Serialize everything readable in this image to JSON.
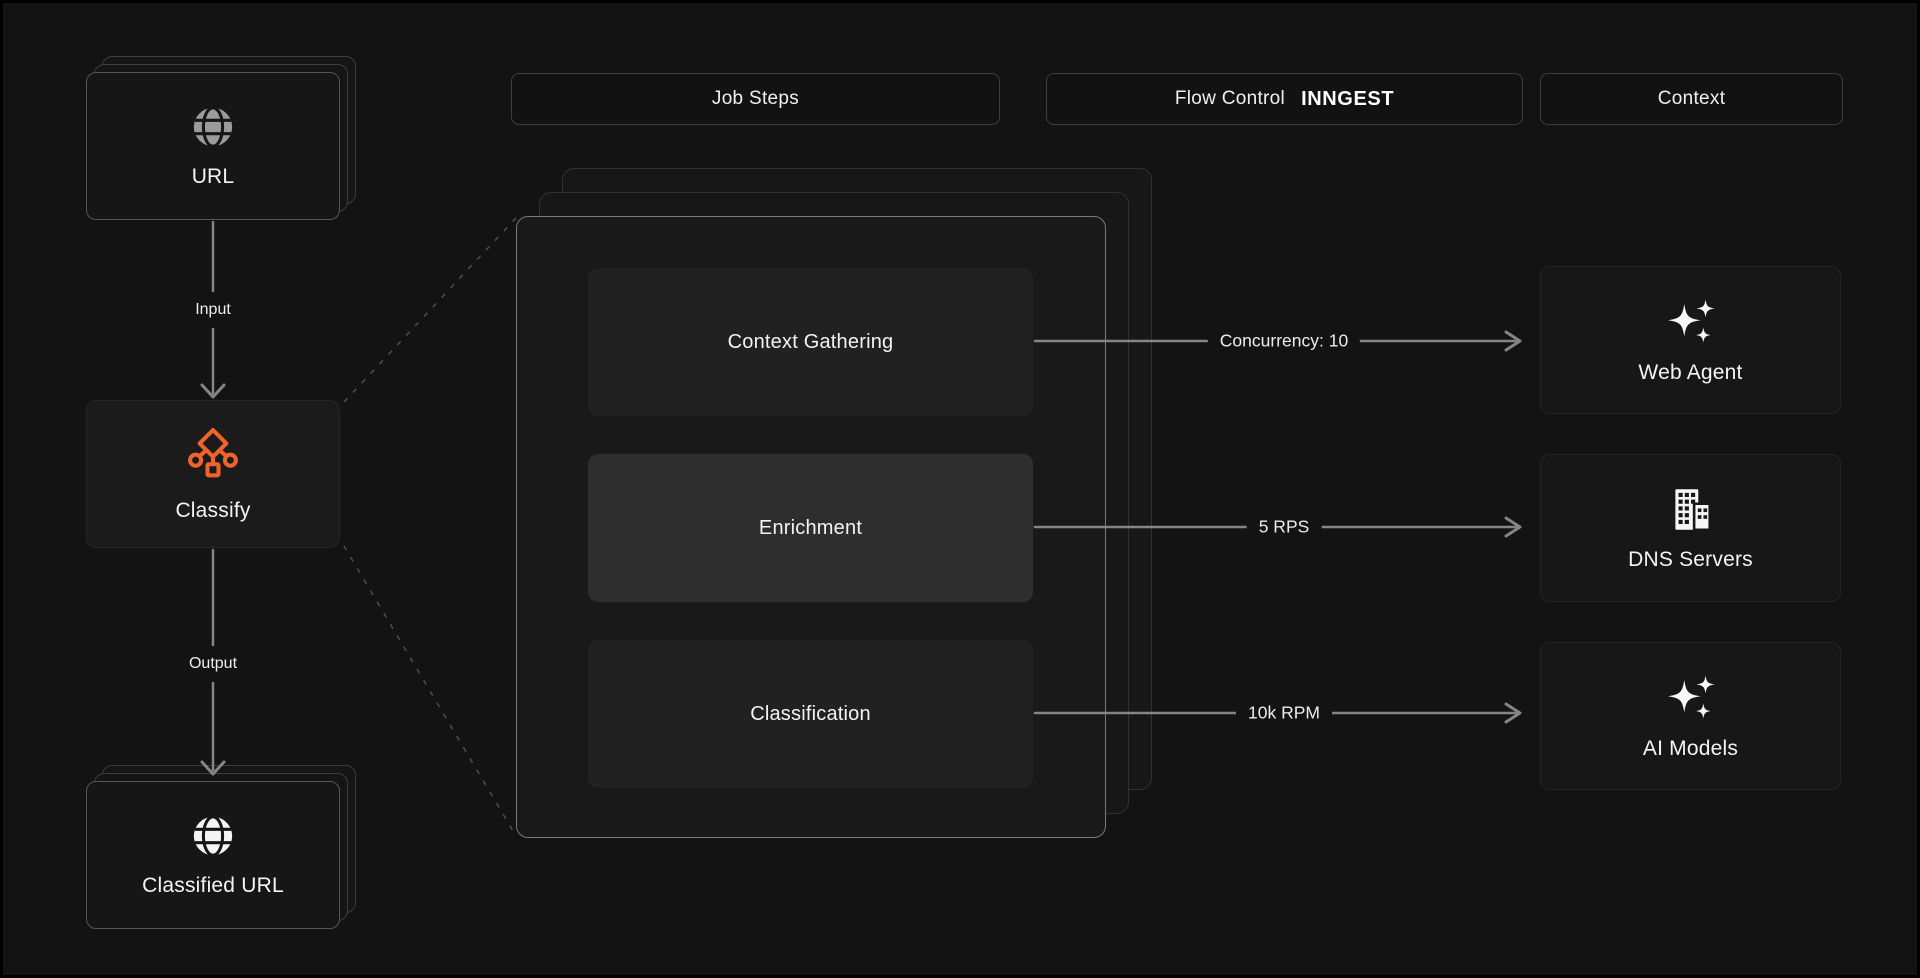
{
  "headers": [
    {
      "label": "Job Steps"
    },
    {
      "label": "Flow Control",
      "brand": "INNGEST"
    },
    {
      "label": "Context"
    }
  ],
  "pipeline": {
    "input_node": {
      "label": "URL",
      "icon": "globe-icon"
    },
    "input_edge": {
      "label": "Input"
    },
    "process_node": {
      "label": "Classify",
      "icon": "classify-icon"
    },
    "output_edge": {
      "label": "Output"
    },
    "output_node": {
      "label": "Classified URL",
      "icon": "globe-icon"
    }
  },
  "job_steps": [
    {
      "label": "Context Gathering",
      "flow_control": "Concurrency: 10",
      "target": "Web Agent"
    },
    {
      "label": "Enrichment",
      "flow_control": "5 RPS",
      "target": "DNS Servers"
    },
    {
      "label": "Classification",
      "flow_control": "10k RPM",
      "target": "AI Models"
    }
  ],
  "context_nodes": [
    {
      "label": "Web Agent",
      "icon": "sparkles-icon"
    },
    {
      "label": "DNS Servers",
      "icon": "building-icon"
    },
    {
      "label": "AI Models",
      "icon": "sparkles-icon"
    }
  ],
  "colors": {
    "background": "#131313",
    "accent_orange": "#f0632b",
    "arrow_gray": "#858585",
    "card_bg": "#161616",
    "step_bg": "#212121",
    "step_active_bg": "#2e2e2e"
  }
}
